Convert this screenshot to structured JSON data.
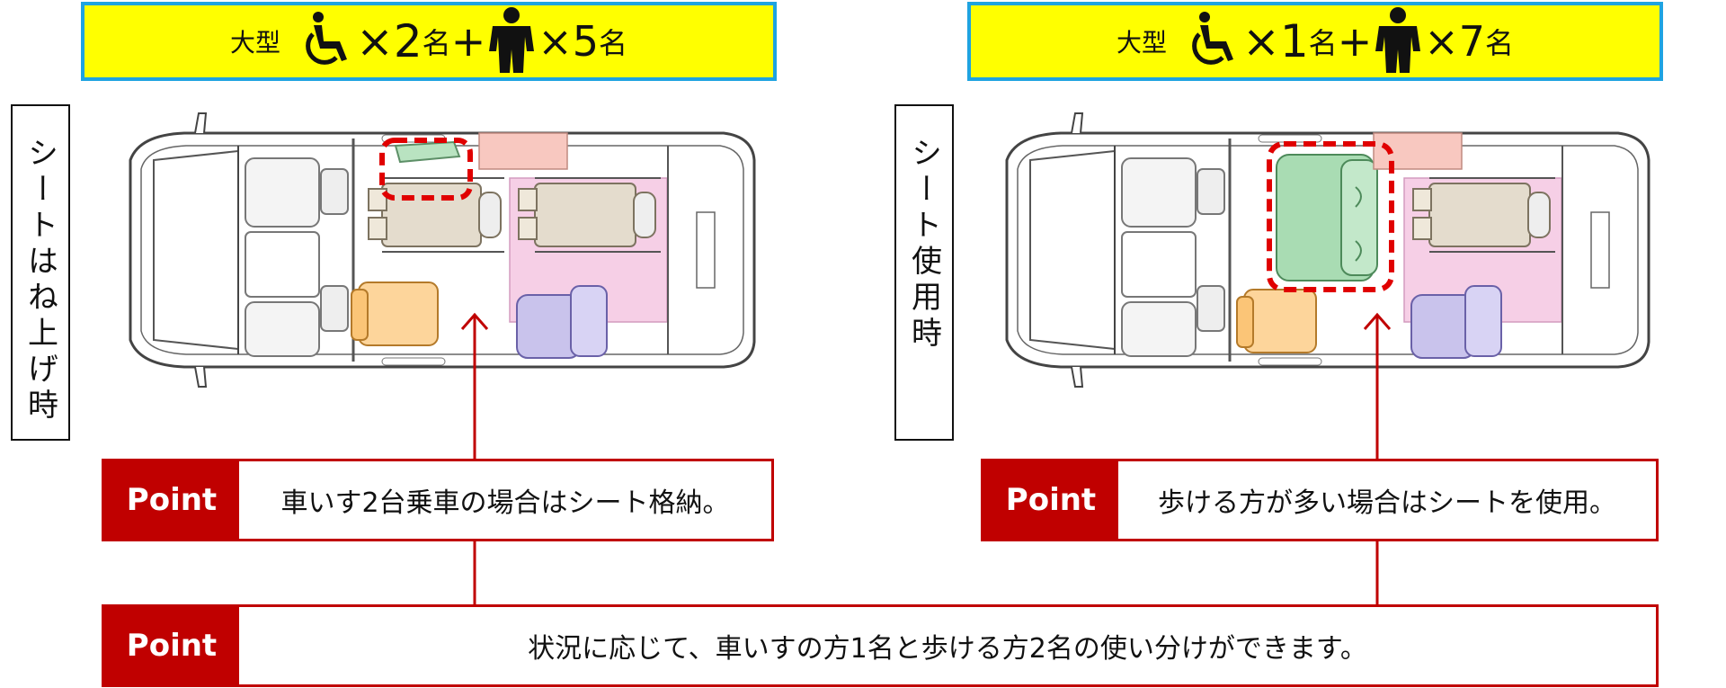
{
  "left_panel": {
    "banner": {
      "size": "大型",
      "wc_icon": "wheelchair-icon",
      "wc_count": "×2",
      "person_icon": "person-icon",
      "person_count": "×5",
      "unit": "名",
      "plus": "+"
    },
    "side_label": "シートはね上げ時",
    "point": {
      "tag": "Point",
      "text": "車いす2台乗車の場合はシート格納。"
    }
  },
  "right_panel": {
    "banner": {
      "size": "大型",
      "wc_icon": "wheelchair-icon",
      "wc_count": "×1",
      "person_icon": "person-icon",
      "person_count": "×7",
      "unit": "名",
      "plus": "+"
    },
    "side_label": "シート使用時",
    "point": {
      "tag": "Point",
      "text": "歩ける方が多い場合はシートを使用。"
    }
  },
  "bottom_point": {
    "tag": "Point",
    "text": "状況に応じて、車いすの方1名と歩ける方2名の使い分けができます。"
  },
  "colors": {
    "banner_bg": "#ffff00",
    "banner_border": "#1fa3e0",
    "point_red": "#c00000",
    "highlight_dash": "#e00000"
  }
}
